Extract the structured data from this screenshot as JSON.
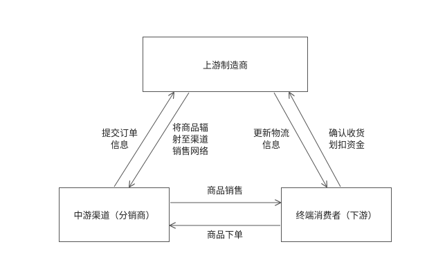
{
  "nodes": {
    "manufacturer": "上游制造商",
    "channel": "中游渠道（分销商）",
    "consumer": "终端消费者（下游）"
  },
  "edges": {
    "submit_order": [
      "提交订单",
      "信息"
    ],
    "radiate_sales": [
      "将商品辐",
      "射至渠道",
      "销售网络"
    ],
    "update_logistics": [
      "更新物流",
      "信息"
    ],
    "confirm_receipt": [
      "确认收货",
      "划扣资金"
    ],
    "goods_sales": "商品销售",
    "goods_order": "商品下单"
  },
  "colors": {
    "line": "#555555",
    "text": "#222222",
    "background": "#ffffff"
  }
}
